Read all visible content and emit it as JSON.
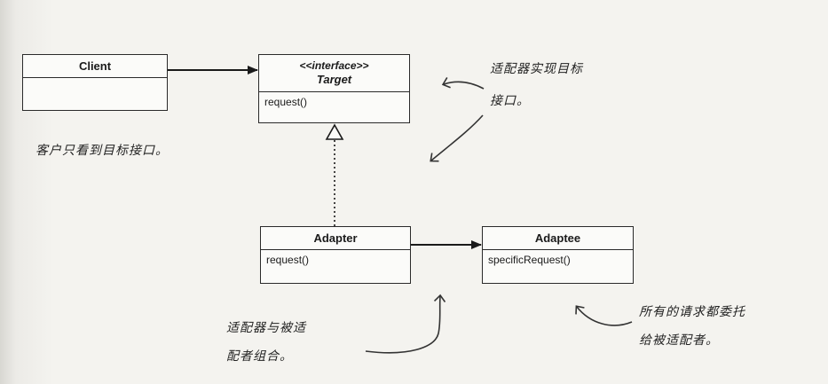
{
  "classes": {
    "client": {
      "name": "Client",
      "method": ""
    },
    "target": {
      "stereotype": "<<interface>>",
      "name": "Target",
      "method": "request()"
    },
    "adapter": {
      "name": "Adapter",
      "method": "request()"
    },
    "adaptee": {
      "name": "Adaptee",
      "method": "specificRequest()"
    }
  },
  "notes": {
    "client_sees": "客户只看到目标接口。",
    "adapter_implements_line1": "适配器实现目标",
    "adapter_implements_line2": "接口。",
    "composition_line1": "适配器与被适",
    "composition_line2": "配者组合。",
    "delegation_line1": "所有的请求都委托",
    "delegation_line2": "给被适配者。"
  },
  "colors": {
    "line": "#2a2a2a",
    "box_fill": "#fbfbf9",
    "handwriting": "#222222"
  }
}
